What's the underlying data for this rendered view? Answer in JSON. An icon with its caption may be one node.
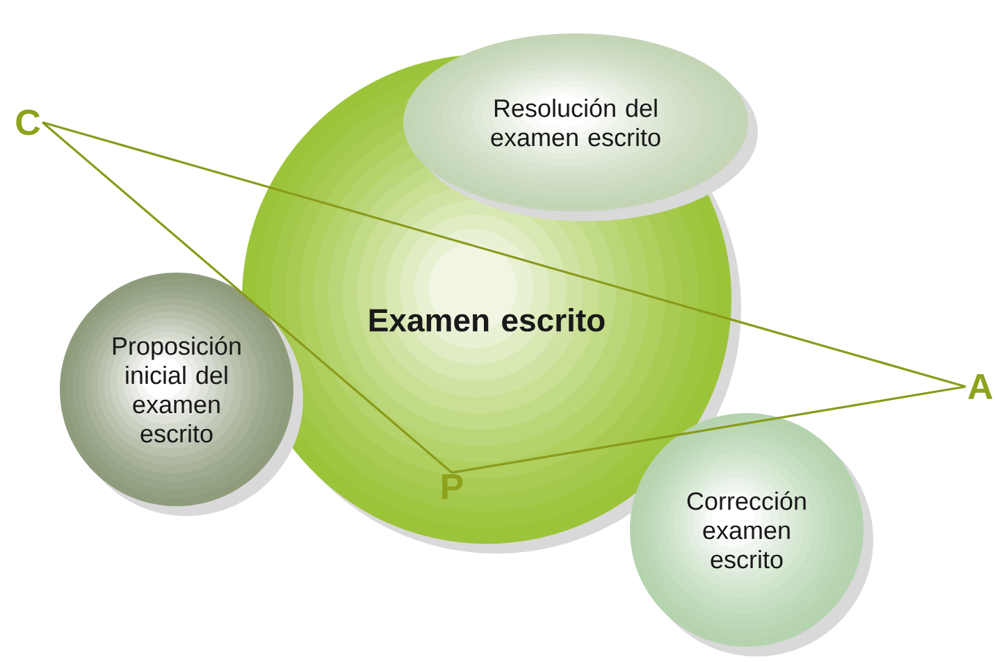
{
  "diagram": {
    "nodes": [
      {
        "text": [
          "Examen escrito"
        ]
      },
      {
        "text": [
          "Resolución del examen escrito"
        ]
      },
      {
        "text": [
          "Proposición inicial del examen escrito"
        ]
      },
      {
        "text": [
          "Corrección examen escrito"
        ]
      },
      {
        "text": [
          "C"
        ]
      },
      {
        "text": [
          "A"
        ]
      },
      {
        "text": [
          "P"
        ],
        "in": 0
      }
    ],
    "edges": [
      {
        "from": 4,
        "to": 5,
        "arrow": "none"
      },
      {
        "from": 4,
        "to": 6,
        "arrow": "none"
      },
      {
        "from": 6,
        "to": 5,
        "arrow": "none"
      }
    ]
  }
}
